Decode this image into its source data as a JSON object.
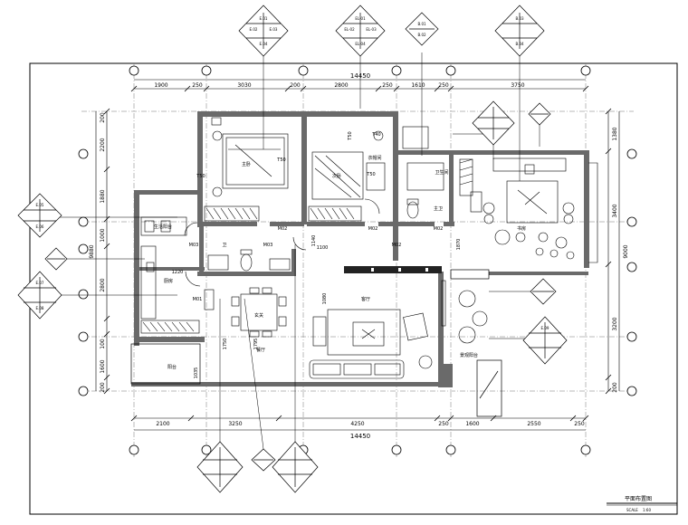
{
  "dimensions": {
    "top_total": "14450",
    "top_segments": [
      "1900",
      "250",
      "3030",
      "200",
      "2800",
      "250",
      "1610",
      "250",
      "3750"
    ],
    "bottom_total": "14450",
    "bottom_segments": [
      "2100",
      "3250",
      "4250",
      "250",
      "1600",
      "2550",
      "250"
    ],
    "left_segments": [
      "200",
      "2200",
      "1880",
      "1000",
      "2800",
      "100",
      "1600",
      "200"
    ],
    "left_total": "9880",
    "right_segments": [
      "1380",
      "3400",
      "3200",
      "200"
    ],
    "right_total": "9000"
  },
  "inner_dims": [
    "1220",
    "1750",
    "1795",
    "1035",
    "1100",
    "1140",
    "1870",
    "1080"
  ],
  "room_labels": [
    "主卧",
    "次卧",
    "衣帽间",
    "卫",
    "餐厅",
    "客厅",
    "厨房",
    "主卫",
    "书房",
    "阳台",
    "玄关",
    "景观阳台",
    "生活阳台",
    "卫生间"
  ],
  "door_labels": [
    "M03",
    "M02",
    "M02",
    "M02",
    "M03",
    "M01",
    "M02"
  ],
  "tags": [
    "T50",
    "T50",
    "T50",
    "T50",
    "T40"
  ],
  "callout_codes": [
    "E.01",
    "E.02",
    "E.03",
    "E.04",
    "EL-01",
    "EL-02",
    "EL-03",
    "EL-04",
    "B.01",
    "B.02",
    "B.03",
    "B.04",
    "E.05",
    "E.06",
    "E.07",
    "E.08",
    "E.09"
  ],
  "title": "平面布置图",
  "scale_label": "SCALE",
  "scale_value": "1:60"
}
